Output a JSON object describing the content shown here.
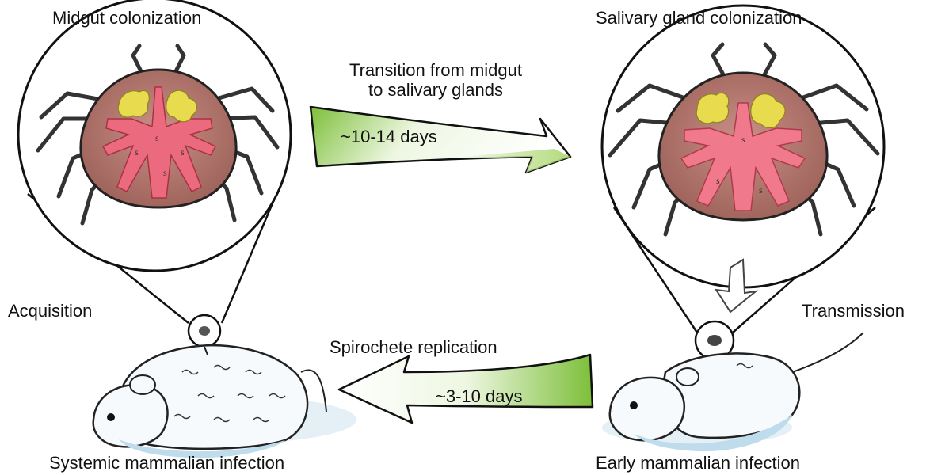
{
  "labels": {
    "midgut_colonization": "Midgut colonization",
    "salivary_gland_colonization": "Salivary gland colonization",
    "transition": "Transition from midgut\nto salivary glands",
    "transition_line1": "Transition from midgut",
    "transition_line2": "to salivary glands",
    "days_top": "~10-14 days",
    "acquisition": "Acquisition",
    "transmission": "Transmission",
    "spirochete_replication": "Spirochete replication",
    "days_bottom": "~3-10 days",
    "systemic_infection": "Systemic mammalian infection",
    "early_infection": "Early mammalian infection"
  },
  "colors": {
    "tick_body": "#b77a72",
    "tick_gut": "#e8596f",
    "tick_gut_light": "#f08a98",
    "salivary_gland": "#e6d84a",
    "arrow_green": "#8cc63f",
    "mouse_shadow": "#cfe6f2",
    "outline": "#1a1a1a"
  }
}
